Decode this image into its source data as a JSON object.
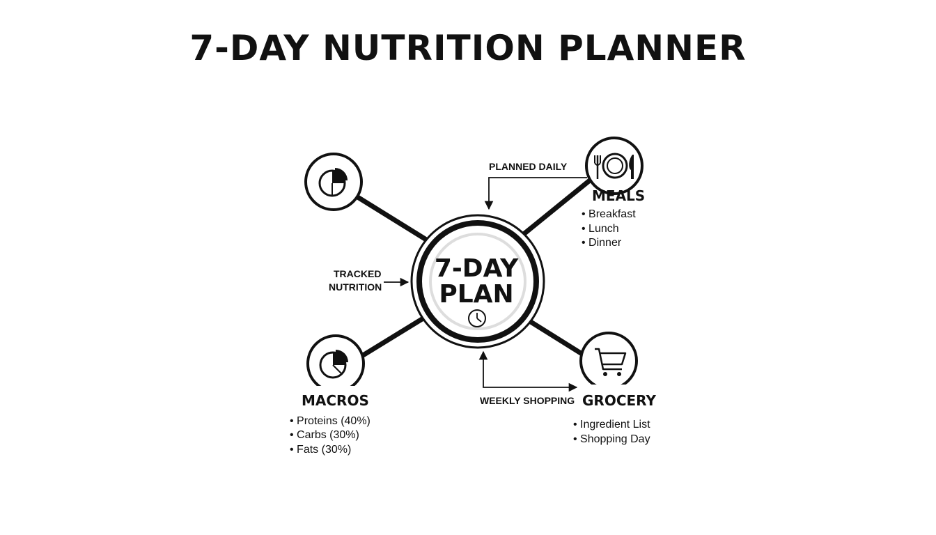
{
  "title": "7-DAY NUTRITION PLANNER",
  "center": {
    "line1": "7-DAY",
    "line2": "PLAN",
    "icon": "clock-icon"
  },
  "nodes": {
    "top_left": {
      "icon": "pie-chart-icon"
    },
    "meals": {
      "icon": "plate-fork-knife-icon",
      "heading": "MEALS",
      "items": [
        "• Breakfast",
        "• Lunch",
        "• Dinner"
      ]
    },
    "macros": {
      "icon": "pie-chart-icon",
      "heading": "MACROS",
      "items": [
        "• Proteins (40%)",
        "• Carbs (30%)",
        "• Fats (30%)"
      ]
    },
    "grocery": {
      "icon": "shopping-cart-icon",
      "heading": "GROCERY",
      "items": [
        "• Ingredient List",
        "• Shopping Day"
      ]
    }
  },
  "connectors": {
    "planned": "PLANNED DAILY",
    "tracked_line1": "TRACKED",
    "tracked_line2": "NUTRITION",
    "shopping": "WEEKLY SHOPPING"
  },
  "colors": {
    "ink": "#111111",
    "ring_light": "#dddddd",
    "background": "#ffffff"
  }
}
